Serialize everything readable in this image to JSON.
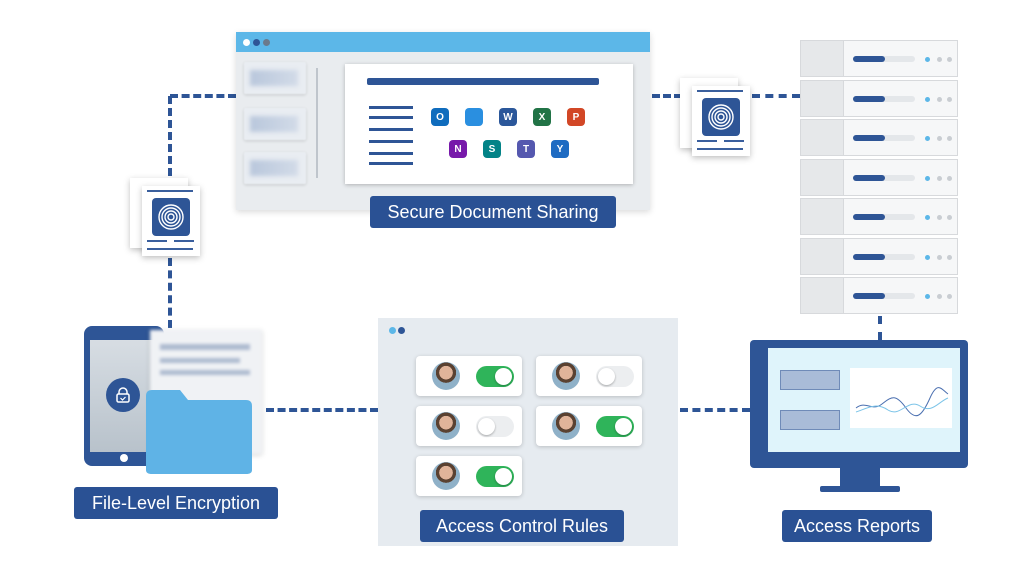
{
  "labels": {
    "sharing": "Secure Document Sharing",
    "encryption": "File-Level Encryption",
    "access_rules": "Access Control Rules",
    "reports": "Access Reports"
  },
  "apps": [
    {
      "letter": "O",
      "color": "#0f6cbd",
      "icon": "outlook-icon"
    },
    {
      "letter": "",
      "color": "#2a8fe0",
      "icon": "onedrive-icon"
    },
    {
      "letter": "W",
      "color": "#2b579a",
      "icon": "word-icon"
    },
    {
      "letter": "X",
      "color": "#217346",
      "icon": "excel-icon"
    },
    {
      "letter": "P",
      "color": "#d24726",
      "icon": "powerpoint-icon"
    },
    {
      "letter": "N",
      "color": "#7719aa",
      "icon": "onenote-icon"
    },
    {
      "letter": "S",
      "color": "#038387",
      "icon": "sharepoint-icon"
    },
    {
      "letter": "T",
      "color": "#5558af",
      "icon": "teams-icon"
    },
    {
      "letter": "Y",
      "color": "#1e6bc2",
      "icon": "yammer-icon"
    }
  ],
  "access_toggles": [
    {
      "enabled": true
    },
    {
      "enabled": false
    },
    {
      "enabled": false
    },
    {
      "enabled": true
    },
    {
      "enabled": true
    }
  ],
  "colors": {
    "brand_blue": "#2a5194",
    "toggle_on": "#2fb45a",
    "accent_light_blue": "#5cb7e8"
  }
}
